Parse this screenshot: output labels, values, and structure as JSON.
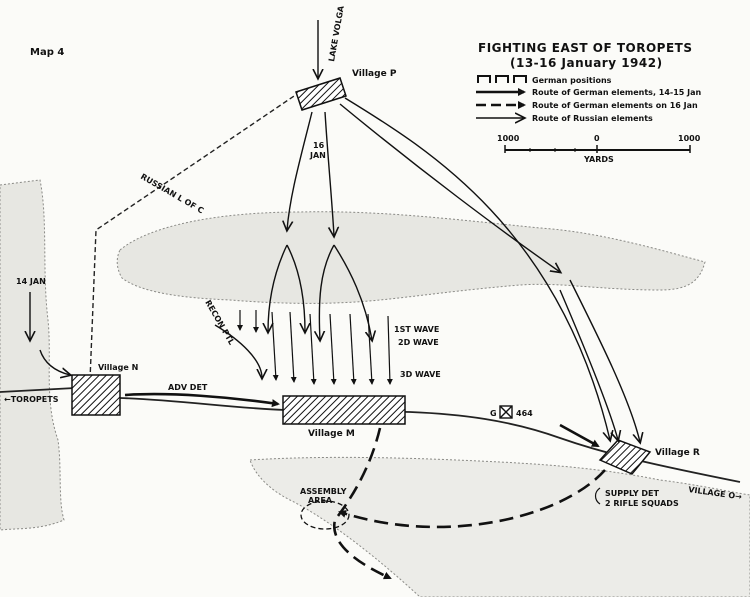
{
  "map": {
    "label": "Map 4",
    "title": "FIGHTING EAST OF TOROPETS",
    "subtitle": "(13-16 January 1942)"
  },
  "legend": {
    "german_positions": "German positions",
    "german_14_15": "Route of German elements, 14-15 Jan",
    "german_16": "Route of German elements on 16 Jan",
    "russian": "Route of Russian elements"
  },
  "scale": {
    "left": "1000",
    "mid": "0",
    "right": "1000",
    "unit": "YARDS"
  },
  "places": {
    "village_p": "Village P",
    "village_n": "Village N",
    "village_m": "Village M",
    "village_r": "Village R",
    "lake_volga": "LAKE VOLGA",
    "toropets": "←TOROPETS",
    "village_o": "VILLAGE O→"
  },
  "annotations": {
    "jan16": [
      "16",
      "JAN"
    ],
    "jan14": "14 JAN",
    "russian_loc": "RUSSIAN L OF C",
    "recon": "RECON PTL",
    "adv_det": "ADV DET",
    "wave1": "1ST WAVE",
    "wave2": "2D WAVE",
    "wave3": "3D WAVE",
    "assembly": [
      "ASSEMBLY",
      "AREA"
    ],
    "supply": [
      "SUPPLY DET",
      "2 RIFLE SQUADS"
    ],
    "point_g": "G",
    "height": "464"
  }
}
